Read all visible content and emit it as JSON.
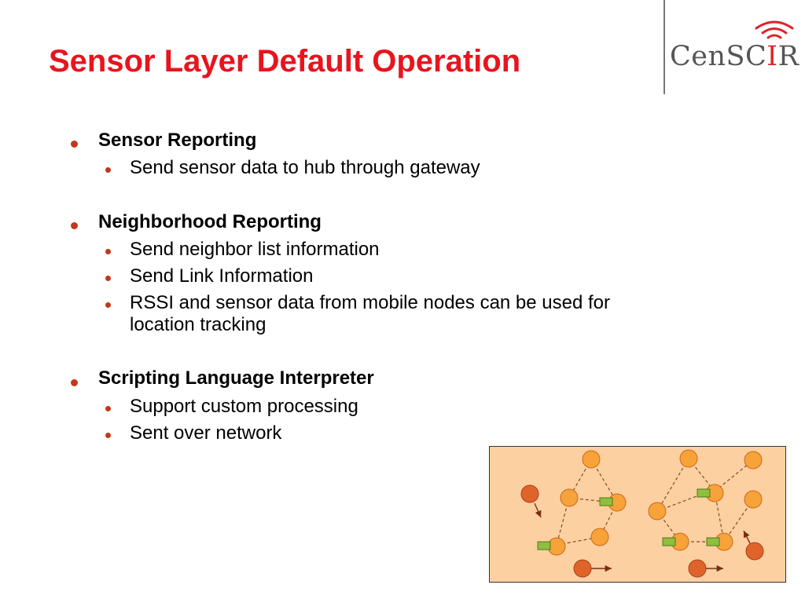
{
  "slide": {
    "title": "Sensor Layer Default Operation",
    "logo": {
      "prefix": "CenSC",
      "accent": "I",
      "suffix": "R",
      "accent_color": "#d9262b"
    },
    "sections": [
      {
        "heading": "Sensor Reporting",
        "items": [
          "Send sensor data to hub through gateway"
        ]
      },
      {
        "heading": "Neighborhood Reporting",
        "items": [
          "Send neighbor list information",
          "Send Link Information",
          "RSSI and sensor data from mobile nodes can be used for",
          "location tracking"
        ]
      },
      {
        "heading": "Scripting Language Interpreter",
        "items": [
          "Support custom processing",
          "Sent over network"
        ]
      }
    ]
  },
  "colors": {
    "title": "#e8141e",
    "bullet": "#c0381c",
    "diagram_bg": "#fdd0a2",
    "node_light": "#f8a23a",
    "node_dark": "#e0642a",
    "gateway": "#8fbf3e"
  },
  "diagram": {
    "icon": "sensor-network-diagram"
  }
}
